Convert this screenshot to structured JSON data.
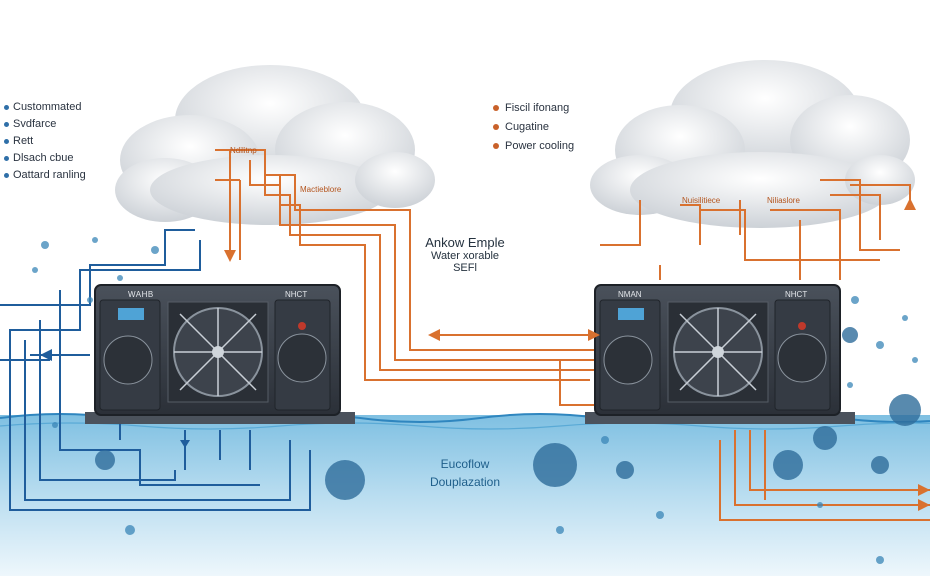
{
  "legend_left": [
    "Custommated",
    "Svdfarce",
    "Rett",
    "Dlsach cbue",
    "Oattard ranling"
  ],
  "legend_right": [
    "Fiscil ifonang",
    "Cugatine",
    "Power cooling"
  ],
  "center_top": {
    "line1": "Ankow Emple",
    "line2": "Water xorable",
    "line3": "SEFl"
  },
  "center_bottom": {
    "line1": "Eucoflow",
    "line2": "Douplazation"
  },
  "units": [
    {
      "tag_left": "WAHB",
      "tag_right": "NHCT"
    },
    {
      "tag_left": "NMAN",
      "tag_right": "NHCT"
    }
  ],
  "pipe_tags": [
    "Mactieblore",
    "Nuisilitiece",
    "Niliaslore",
    "Ndilitnp"
  ],
  "colors": {
    "water": "#3c97c9",
    "pipe_orange": "#d9712f",
    "pipe_blue": "#1f5d9c",
    "unit_body": "#3a4049"
  }
}
